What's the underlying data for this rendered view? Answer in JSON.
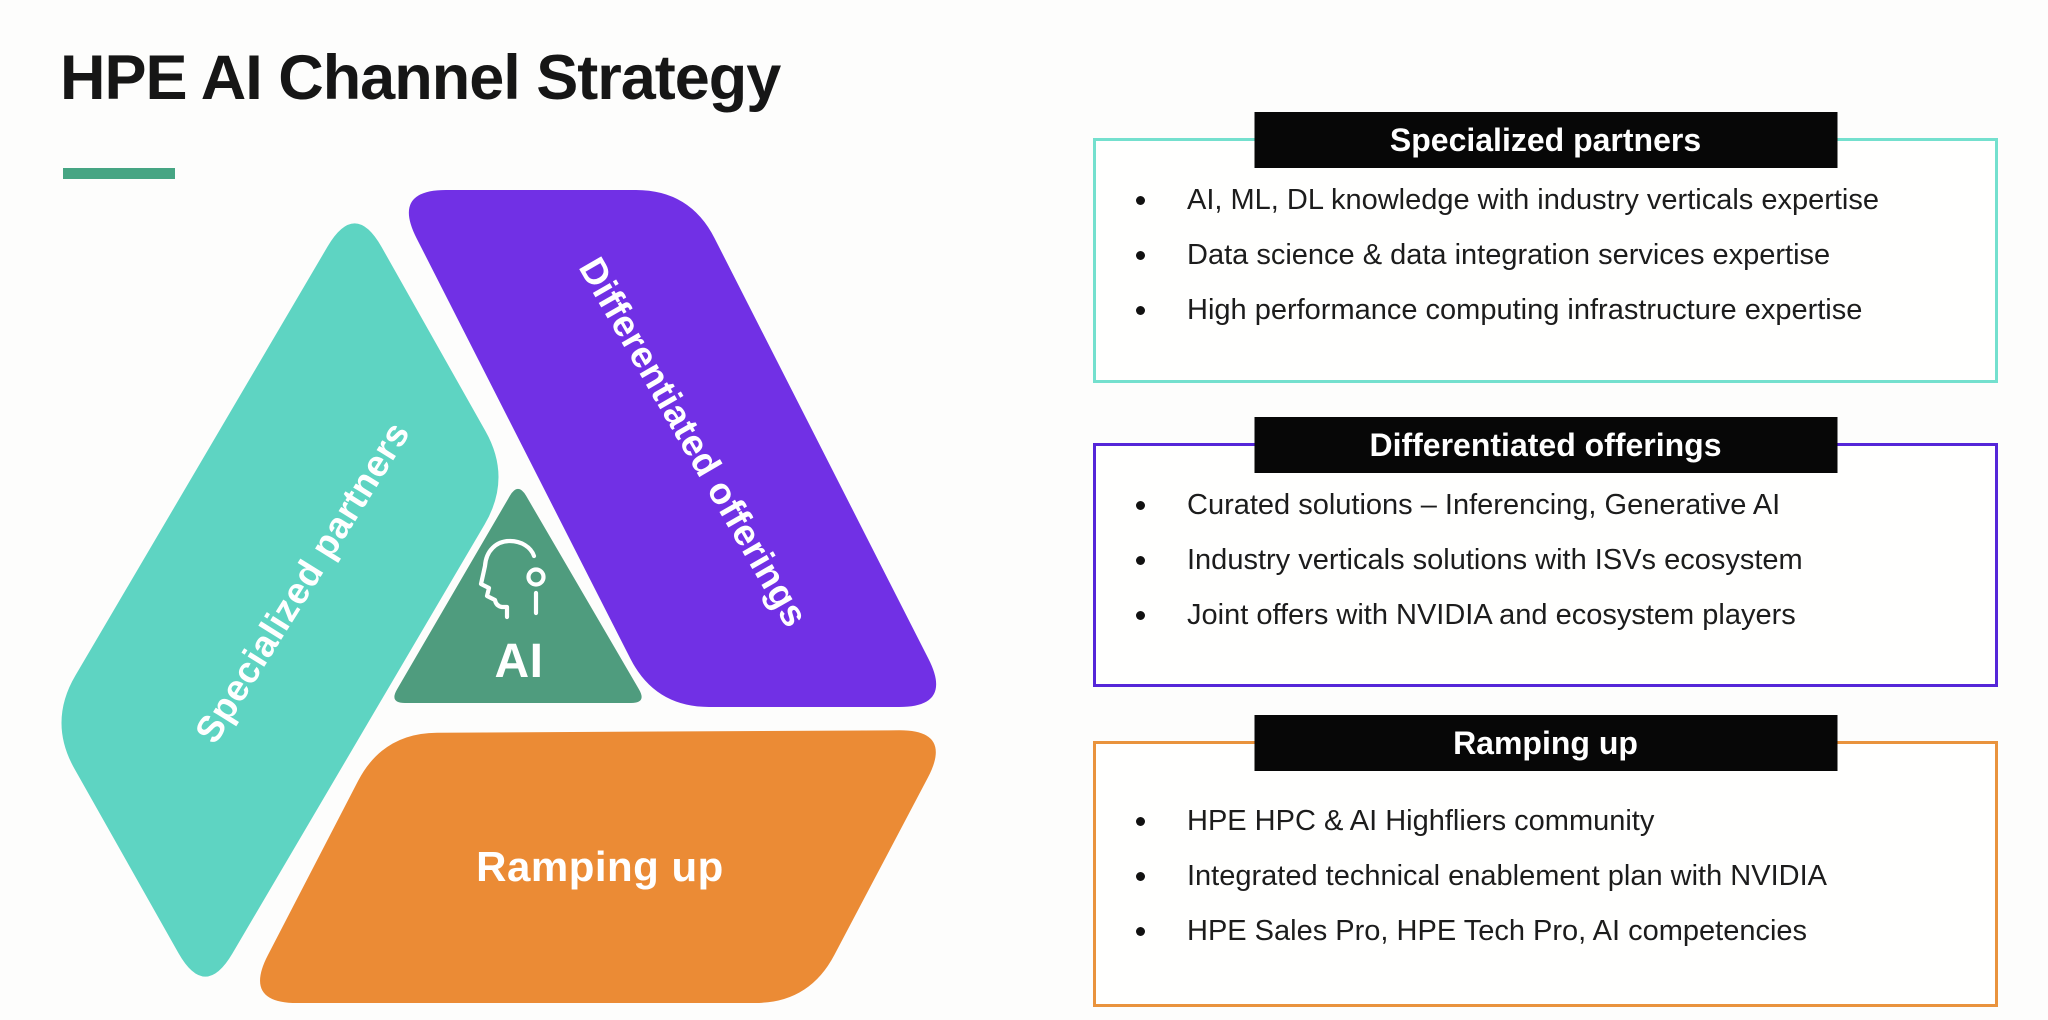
{
  "title": "HPE AI Channel Strategy",
  "title_underline_color": "#46A583",
  "diagram": {
    "slab_specialized": {
      "label": "Specialized partners",
      "color": "#5ED4C2"
    },
    "slab_differentiated": {
      "label": "Differentiated offerings",
      "color": "#7130E5"
    },
    "slab_ramping": {
      "label": "Ramping up",
      "color": "#EB8B35"
    },
    "center": {
      "label": "AI",
      "color": "#4F9C7E",
      "icon": "ai-head-icon",
      "icon_color": "#FFFFFF"
    }
  },
  "panels": [
    {
      "title": "Specialized partners",
      "accent": "#74E0CE",
      "bullets": [
        "AI, ML, DL knowledge with industry verticals expertise",
        "Data science & data integration services expertise",
        "High performance computing infrastructure expertise"
      ]
    },
    {
      "title": "Differentiated offerings",
      "accent": "#5526D8",
      "bullets": [
        "Curated solutions – Inferencing, Generative AI",
        "Industry verticals solutions with ISVs ecosystem",
        "Joint offers with NVIDIA and ecosystem players"
      ]
    },
    {
      "title": "Ramping up",
      "accent": "#E9933D",
      "bullets": [
        "HPE HPC & AI Highfliers community",
        "Integrated technical enablement plan with NVIDIA",
        "HPE Sales Pro, HPE Tech Pro, AI competencies"
      ]
    }
  ]
}
